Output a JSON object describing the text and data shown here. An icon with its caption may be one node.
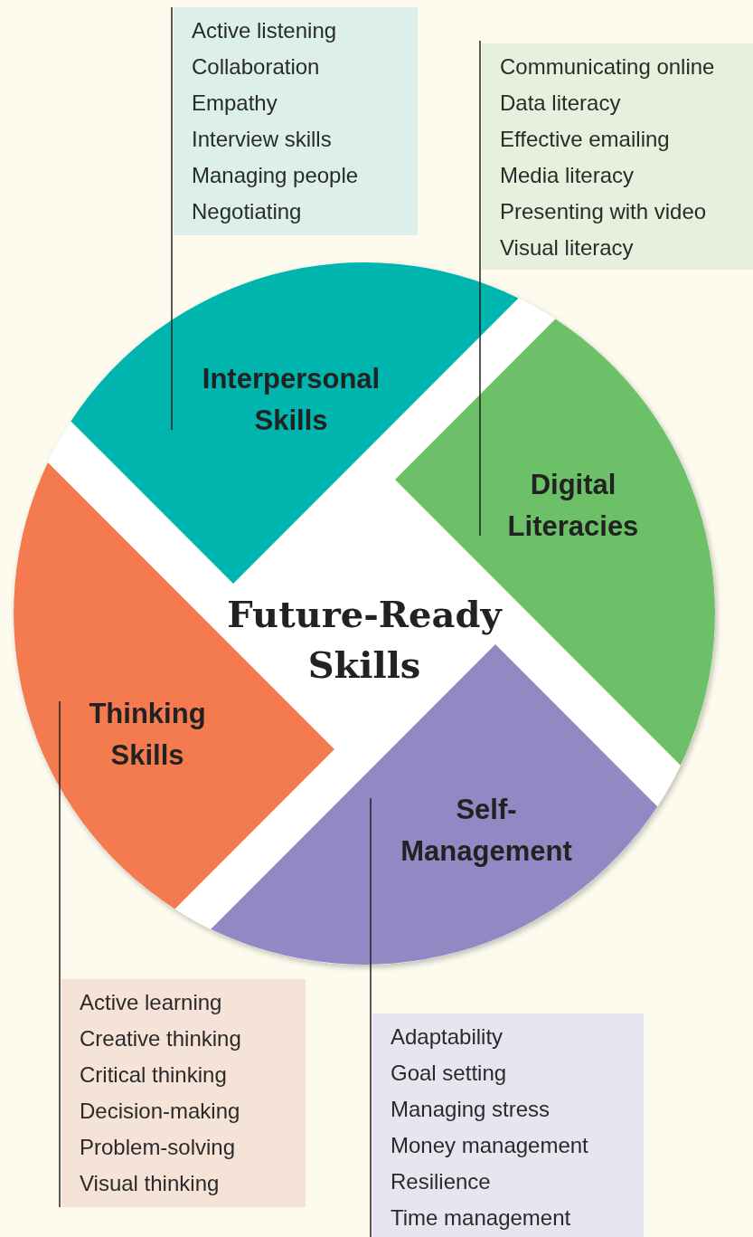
{
  "diagram": {
    "nodes": [
      {
        "text": [
          "Active listening",
          "Collaboration",
          "Empathy",
          "Interview skills",
          "Managing people",
          "Negotiating"
        ]
      },
      {
        "text": [
          "Communicating online",
          "Data literacy",
          "Effective emailing",
          "Media literacy",
          "Presenting with video",
          "Visual literacy"
        ]
      },
      {
        "text": [
          "Interpersonal Skills"
        ]
      },
      {
        "text": [
          "Digital Literacies"
        ]
      },
      {
        "text": [
          "Future-Ready Skills"
        ]
      },
      {
        "text": [
          "Thinking Skills"
        ]
      },
      {
        "text": [
          "Self-Management"
        ]
      },
      {
        "text": [
          "Active learning",
          "Creative thinking",
          "Critical thinking",
          "Decision-making",
          "Problem-solving",
          "Visual thinking"
        ]
      },
      {
        "text": [
          "Adaptability",
          "Goal setting",
          "Managing stress",
          "Money management",
          "Resilience",
          "Time management"
        ]
      }
    ],
    "edges": [
      {
        "from": 0,
        "to": 2,
        "arrow": "none"
      },
      {
        "from": 1,
        "to": 3,
        "arrow": "none"
      },
      {
        "from": 7,
        "to": 5,
        "arrow": "none"
      },
      {
        "from": 8,
        "to": 6,
        "arrow": "none"
      }
    ]
  }
}
